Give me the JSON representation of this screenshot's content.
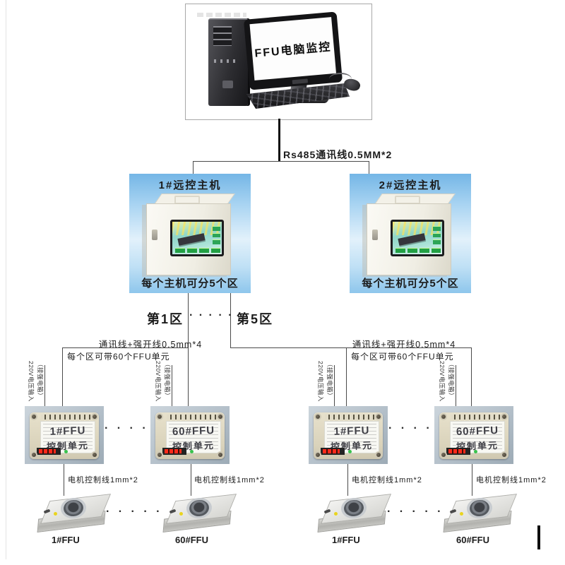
{
  "computer": {
    "screen_label": "FFU电脑监控"
  },
  "bus_label": "Rs485通讯线0.5MM*2",
  "hosts": [
    {
      "title": "1#远控主机",
      "note": "每个主机可分5个区"
    },
    {
      "title": "2#远控主机",
      "note": "每个主机可分5个区"
    }
  ],
  "zones": {
    "first": "第1区",
    "last": "第5区"
  },
  "ellipsis": "· · · · ·",
  "groups": [
    {
      "comm_label": "通讯线+强开线0.5mm*4",
      "capacity_label": "每个区可带60个FFU单元",
      "power_input": "220V电压输入",
      "power_note": "（接强电箱）",
      "units": [
        {
          "line1": "1#FFU",
          "line2": "控制单元"
        },
        {
          "line1": "60#FFU",
          "line2": "控制单元"
        }
      ],
      "motor_label": "电机控制线1mm*2",
      "ffus": [
        "1#FFU",
        "60#FFU"
      ]
    },
    {
      "comm_label": "通讯线+强开线0.5mm*4",
      "capacity_label": "每个区可带60个FFU单元",
      "power_input": "220V电压输入",
      "power_note": "（接强电箱）",
      "units": [
        {
          "line1": "1#FFU",
          "line2": "控制单元"
        },
        {
          "line1": "60#FFU",
          "line2": "控制单元"
        }
      ],
      "motor_label": "电机控制线1mm*2",
      "ffus": [
        "1#FFU",
        "60#FFU"
      ]
    }
  ],
  "colors": {
    "host_panel_blue": "#85c1ec",
    "wire_line": "#4a4a4a",
    "led_red": "#ff2a1a",
    "screen_button_green": "#22a044"
  }
}
